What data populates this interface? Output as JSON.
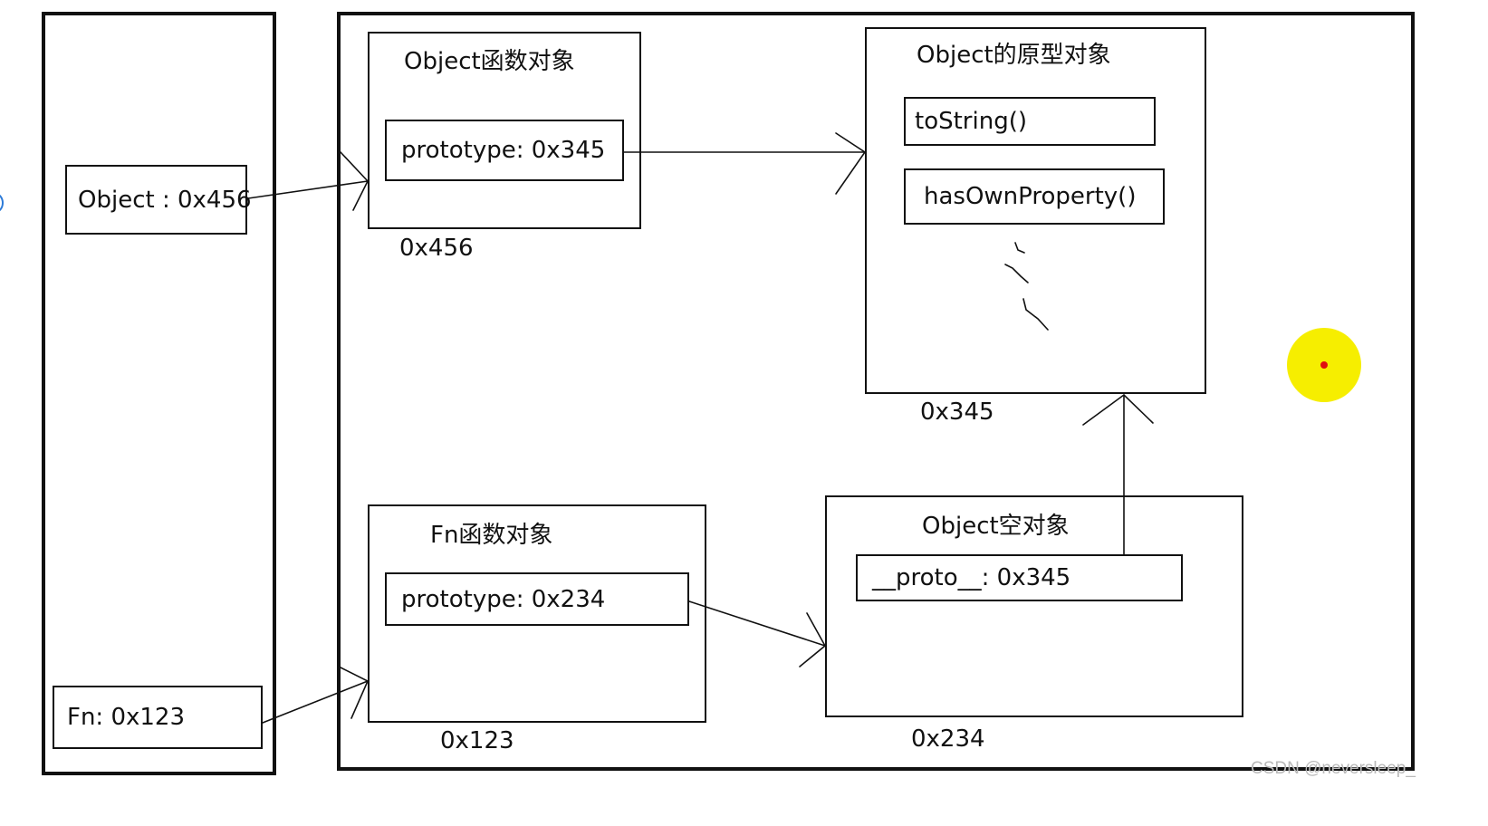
{
  "stack": {
    "object_var": "Object : 0x456",
    "fn_var": "Fn: 0x123"
  },
  "heap": {
    "object_function": {
      "title": "Object函数对象",
      "prototype": "prototype: 0x345",
      "address": "0x456"
    },
    "object_prototype": {
      "title": "Object的原型对象",
      "methods": [
        "toString()",
        "hasOwnProperty()"
      ],
      "address": "0x345"
    },
    "fn_function": {
      "title": "Fn函数对象",
      "prototype": "prototype: 0x234",
      "address": "0x123"
    },
    "empty_object": {
      "title": "Object空对象",
      "proto": "__proto__: 0x345",
      "address": "0x234"
    }
  },
  "watermark": "CSDN @neversleep_",
  "colors": {
    "line": "#111111",
    "cursor_fill": "#f6ee00",
    "cursor_center": "#e01010",
    "watermark": "#b9b9b9"
  }
}
